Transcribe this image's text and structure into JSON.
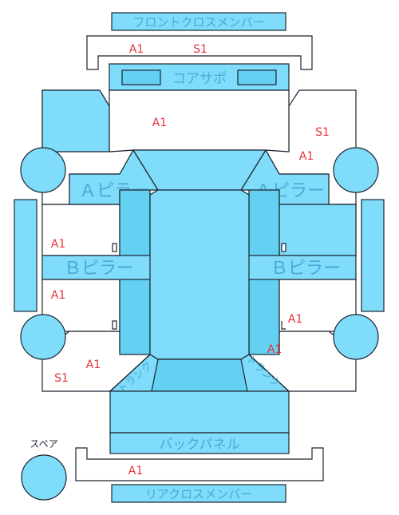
{
  "parts": {
    "front_cross_member": "フロントクロスメンバー",
    "core_support": "コアサポ",
    "a_pillar_left": "Ａピラー",
    "a_pillar_right": "Ａピラー",
    "b_pillar_left": "Ｂピラー",
    "b_pillar_right": "Ｂピラー",
    "back_panel": "バックパネル",
    "rear_cross_member": "リアクロスメンバー",
    "spare": "スペア",
    "trunk_left": "トランク",
    "trunk_right": "トランク"
  },
  "damage_codes": {
    "front_cross_a1": "A1",
    "front_cross_s1": "S1",
    "hood_a1": "A1",
    "right_fender_s1": "S1",
    "right_fender_a1": "A1",
    "left_front_door_a1": "A1",
    "left_rear_door_a1": "A1",
    "right_rear_door_a1": "A1",
    "right_quarter_a1": "A1",
    "left_quarter_a1": "A1",
    "left_quarter_s1": "S1",
    "rear_cross_a1": "A1"
  },
  "colors": {
    "part_fill": "#7fdcfb",
    "part_fill_dark": "#64d0f2",
    "outline": "#1b2430",
    "part_label": "#4aa9d6",
    "damage_code": "#e8323a"
  }
}
